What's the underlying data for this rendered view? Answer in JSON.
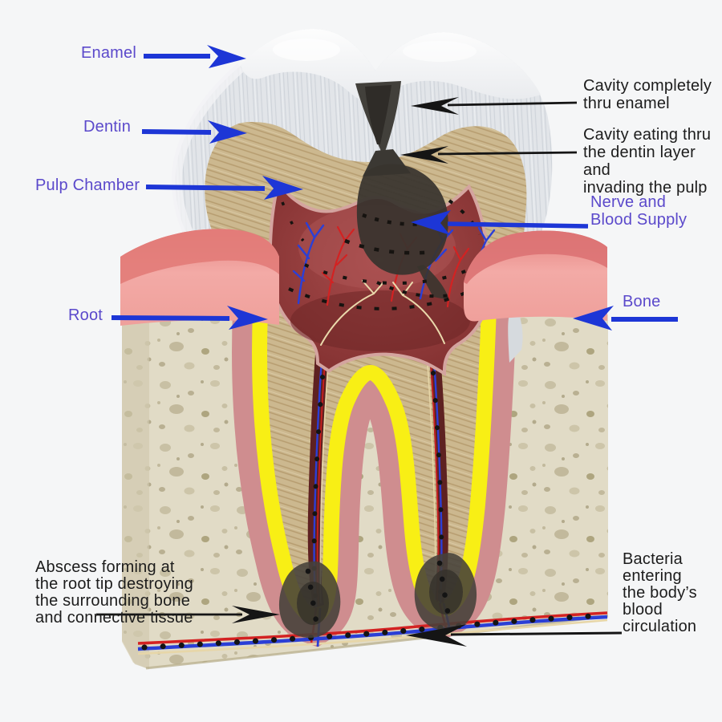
{
  "labels": {
    "enamel": "Enamel",
    "dentin": "Dentin",
    "pulp_chamber": "Pulp Chamber",
    "root": "Root",
    "bone": "Bone",
    "cavity_enamel": "Cavity completely\nthru enamel",
    "cavity_dentin": "Cavity eating thru\nthe dentin layer and\ninvading the pulp",
    "nerve_blood": "Nerve and\nBlood Supply",
    "abscess": "Abscess forming at\nthe root tip destroying\nthe surrounding bone\nand connective tissue",
    "bacteria": "Bacteria\nentering\nthe body’s\nblood\ncirculation"
  },
  "colors": {
    "background": "#f5f6f7",
    "label_blue": "#5b49cb",
    "label_black": "#1c1c1c",
    "arrow_blue": "#1d36d6",
    "arrow_black": "#151515",
    "enamel": "#e3e6ea",
    "dentin": "#cbb68f",
    "pulp": "#8a3434",
    "gum": "#f0a09c",
    "bone": "#e1dbc6",
    "ligament_yellow": "#f8ef15",
    "cementum_pink": "#cf8d8f",
    "cavity": "#3b3733",
    "abscess": "#45413a",
    "vessel_red": "#d32222",
    "vessel_blue": "#2b3fd6",
    "nerve_cream": "#e7d6a8"
  }
}
